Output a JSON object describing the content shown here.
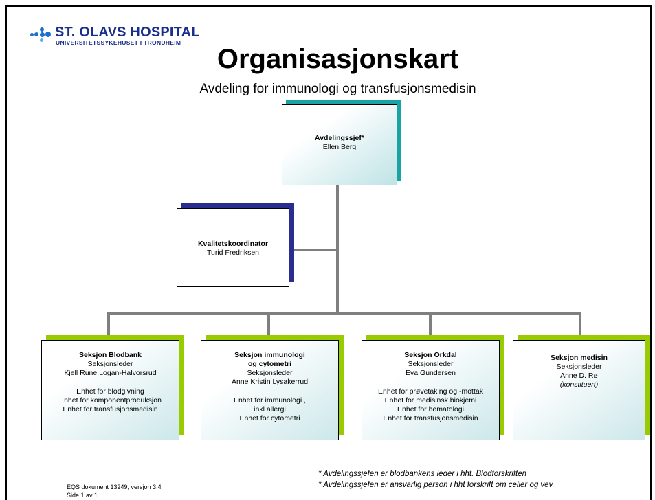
{
  "logo": {
    "name": "ST. OLAVS HOSPITAL",
    "subtitle": "UNIVERSITETSSYKEHUSET I TRONDHEIM"
  },
  "title": "Organisasjonskart",
  "subtitle": "Avdeling for immunologi og transfusjonsmedisin",
  "head": {
    "role": "Avdelingssjef*",
    "name": "Ellen Berg"
  },
  "quality": {
    "role": "Kvalitetskoordinator",
    "name": "Turid Fredriksen"
  },
  "sections": [
    {
      "title1": "Seksjon Blodbank",
      "title2": "",
      "role": "Seksjonsleder",
      "leader": "Kjell Rune Logan-Halvorsrud",
      "note": "",
      "units": [
        "Enhet for blodgivning",
        "Enhet for komponentproduksjon",
        "Enhet for transfusjonsmedisin"
      ]
    },
    {
      "title1": "Seksjon immunologi",
      "title2": "og cytometri",
      "role": "Seksjonsleder",
      "leader": "Anne Kristin Lysakerrud",
      "note": "",
      "units": [
        "Enhet for immunologi ,",
        "inkl allergi",
        "Enhet for cytometri"
      ]
    },
    {
      "title1": "Seksjon Orkdal",
      "title2": "",
      "role": "Seksjonsleder",
      "leader": "Eva Gundersen",
      "note": "",
      "units": [
        "Enhet for prøvetaking og -mottak",
        "Enhet for medisinsk biokjemi",
        "Enhet for hematologi",
        "Enhet for transfusjonsmedisin"
      ]
    },
    {
      "title1": "Seksjon medisin",
      "title2": "",
      "role": "Seksjonsleder",
      "leader": "Anne D. Rø",
      "note": "(konstituert)",
      "units": []
    }
  ],
  "footer": {
    "doc": "EQS dokument 13249, versjon 3.4",
    "page": "Side 1 av 1"
  },
  "notes": [
    "* Avdelingssjefen er blodbankens leder i hht. Blodforskriften",
    "* Avdelingssjefen er ansvarlig person i hht forskrift om celler og vev"
  ],
  "colors": {
    "teal": "#1aa3a3",
    "navy": "#2b2d8e",
    "green": "#99cc00",
    "lines": "#7f7f7f",
    "logo": "#1a2e8c"
  }
}
